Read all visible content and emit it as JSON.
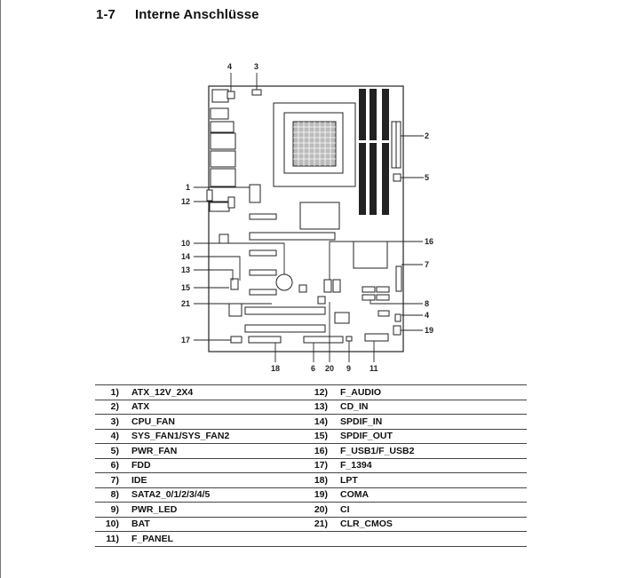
{
  "section": {
    "number": "1-7",
    "title": "Interne Anschlüsse"
  },
  "callouts": [
    "1",
    "2",
    "3",
    "4",
    "5",
    "6",
    "7",
    "8",
    "4",
    "9",
    "10",
    "11",
    "12",
    "13",
    "14",
    "15",
    "16",
    "17",
    "18",
    "19",
    "20",
    "21"
  ],
  "connectors": [
    {
      "n": "1)",
      "name": "ATX_12V_2X4",
      "n2": "12)",
      "name2": "F_AUDIO"
    },
    {
      "n": "2)",
      "name": "ATX",
      "n2": "13)",
      "name2": "CD_IN"
    },
    {
      "n": "3)",
      "name": "CPU_FAN",
      "n2": "14)",
      "name2": "SPDIF_IN"
    },
    {
      "n": "4)",
      "name": "SYS_FAN1/SYS_FAN2",
      "n2": "15)",
      "name2": "SPDIF_OUT"
    },
    {
      "n": "5)",
      "name": "PWR_FAN",
      "n2": "16)",
      "name2": "F_USB1/F_USB2"
    },
    {
      "n": "6)",
      "name": "FDD",
      "n2": "17)",
      "name2": "F_1394"
    },
    {
      "n": "7)",
      "name": "IDE",
      "n2": "18)",
      "name2": "LPT"
    },
    {
      "n": "8)",
      "name": "SATA2_0/1/2/3/4/5",
      "n2": "19)",
      "name2": "COMA"
    },
    {
      "n": "9)",
      "name": "PWR_LED",
      "n2": "20)",
      "name2": "CI"
    },
    {
      "n": "10)",
      "name": "BAT",
      "n2": "21)",
      "name2": "CLR_CMOS"
    },
    {
      "n": "11)",
      "name": "F_PANEL",
      "n2": "",
      "name2": ""
    }
  ]
}
